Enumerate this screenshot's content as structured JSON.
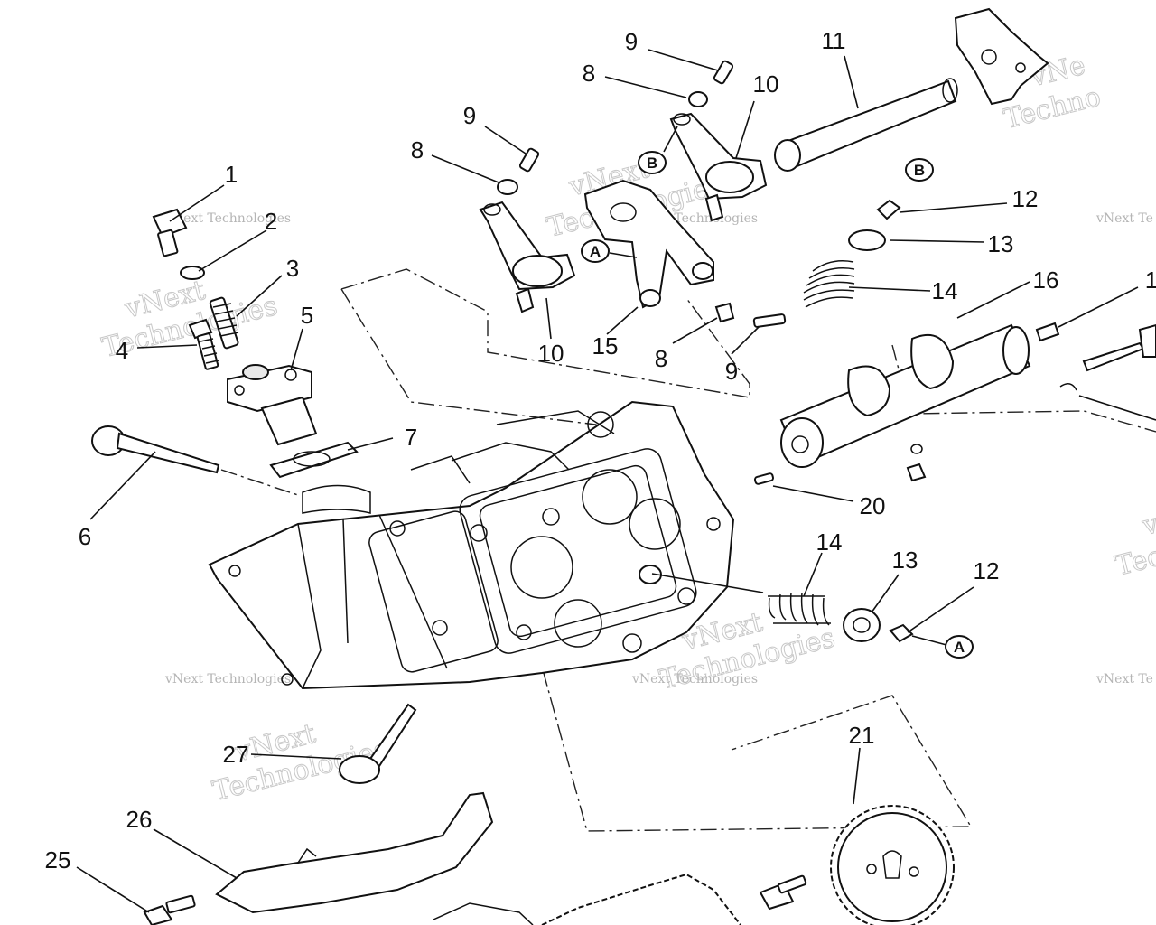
{
  "diagram": {
    "callouts": {
      "c1": "1",
      "c2": "2",
      "c3": "3",
      "c4": "4",
      "c5": "5",
      "c6": "6",
      "c7": "7",
      "c8a": "8",
      "c8b": "8",
      "c8c": "8",
      "c9a": "9",
      "c9b": "9",
      "c9c": "9",
      "c10a": "10",
      "c10b": "10",
      "c11": "11",
      "c12a": "12",
      "c12b": "12",
      "c13a": "13",
      "c13b": "13",
      "c14a": "14",
      "c14b": "14",
      "c15": "15",
      "c16": "16",
      "c17": "1",
      "c20": "20",
      "c21": "21",
      "c25": "25",
      "c26": "26",
      "c27": "27"
    },
    "badges": {
      "b_top": "B",
      "b_right": "B",
      "a_mid": "A",
      "a_low": "A"
    },
    "watermarks": {
      "line1": "vNext",
      "line2": "Technologies",
      "small": "vNext Technologies",
      "small_cut": "vNext Te",
      "cut_top": "vNe",
      "cut_bottom": "Techno"
    }
  }
}
